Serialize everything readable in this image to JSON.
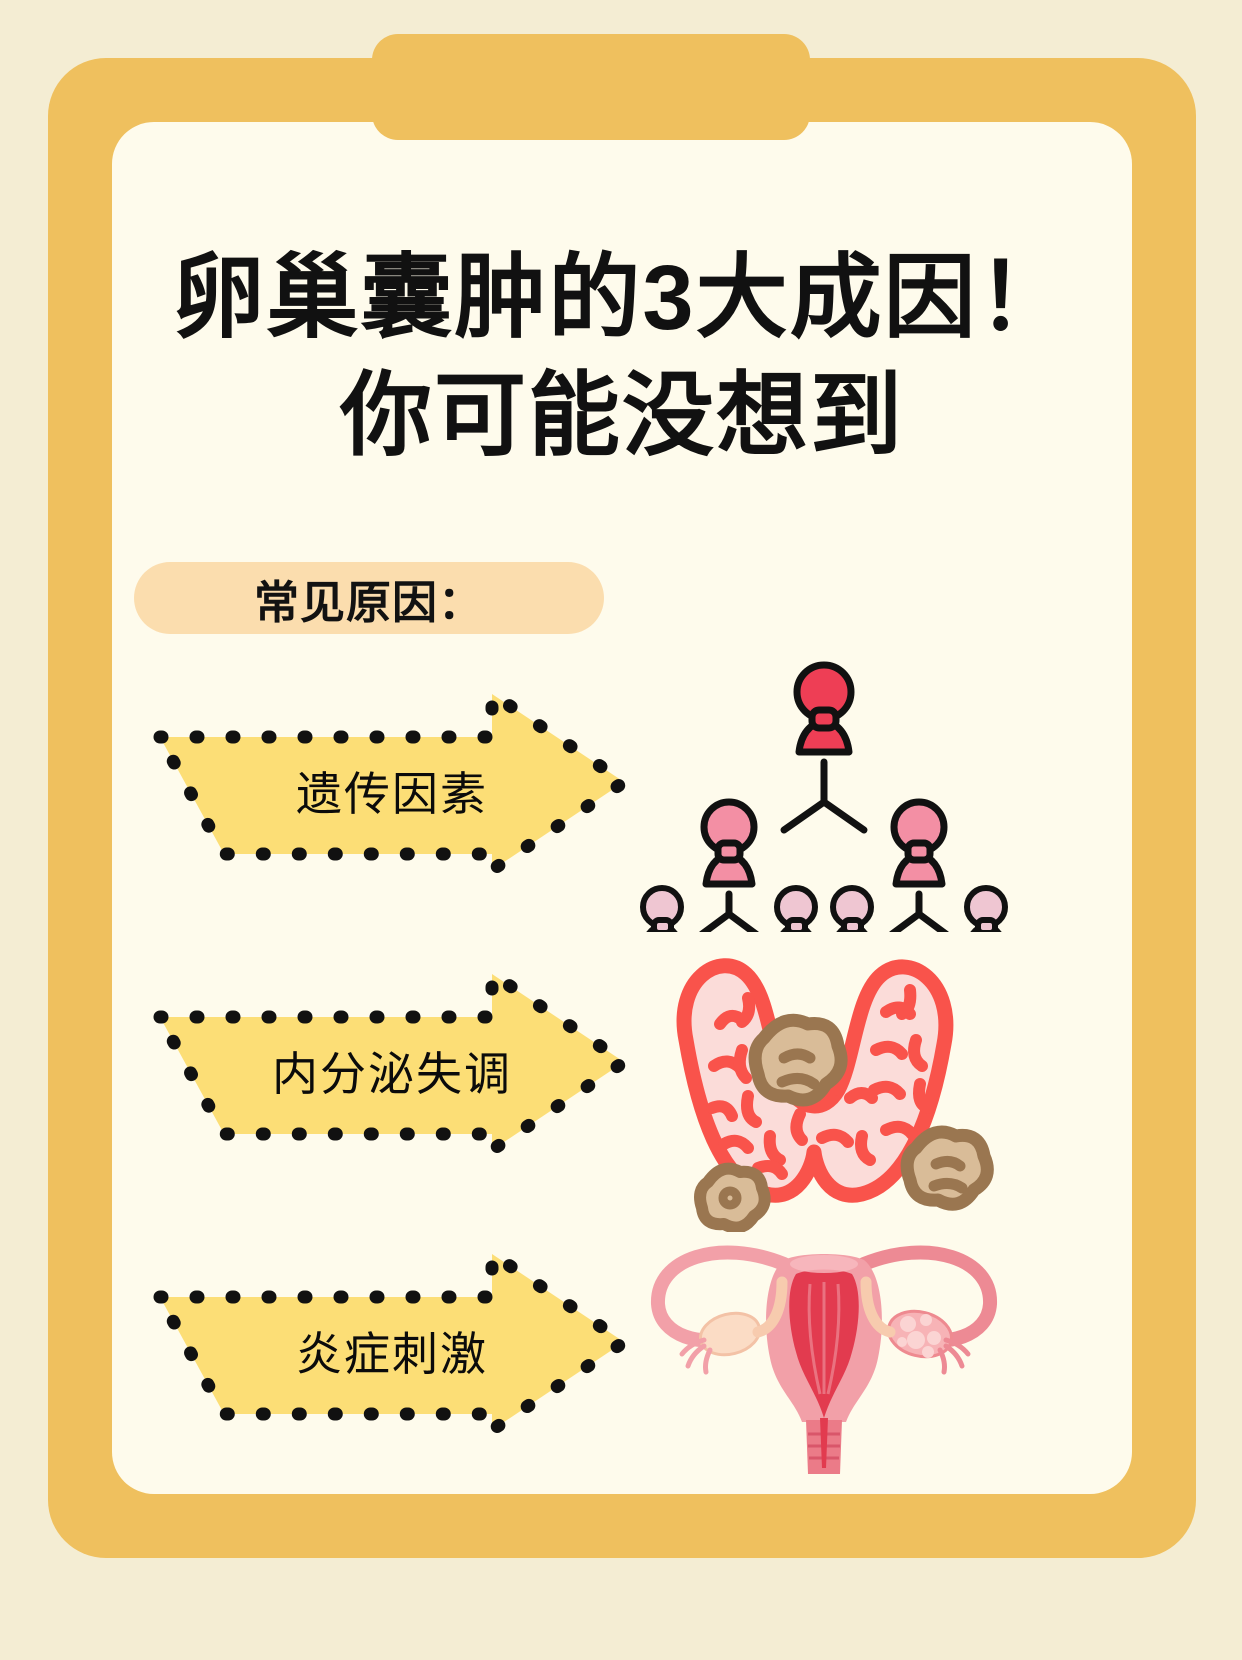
{
  "theme": {
    "page_background": "#F4EDD3",
    "frame_color": "#EFC05E",
    "paper_color": "#FEFBEC",
    "badge_color": "#FBDDAE",
    "arrow_fill": "#FCDE76",
    "arrow_outline": "#111111",
    "text_color": "#111111",
    "accent_red": "#EE3E55",
    "accent_pink": "#F38FA4",
    "accent_light_pink": "#EFC6D2",
    "thyroid_outline": "#F9534B",
    "thyroid_fill": "#FBDCD9",
    "nodule_outline": "#9A7650",
    "nodule_fill": "#D9BC98",
    "uterus_pink": "#F2A0A8",
    "uterus_deep_red": "#E23B4F"
  },
  "title": {
    "line1": "卵巢囊肿的3大成因！",
    "line2": "你可能没想到"
  },
  "section": {
    "badge_label": "常见原因："
  },
  "causes": [
    {
      "index": "1",
      "label": "遗传因素",
      "illustration": "family-tree-icon"
    },
    {
      "index": "2",
      "label": "内分泌失调",
      "illustration": "thyroid-nodules-icon"
    },
    {
      "index": "3",
      "label": "炎症刺激",
      "illustration": "uterus-ovaries-icon"
    }
  ]
}
